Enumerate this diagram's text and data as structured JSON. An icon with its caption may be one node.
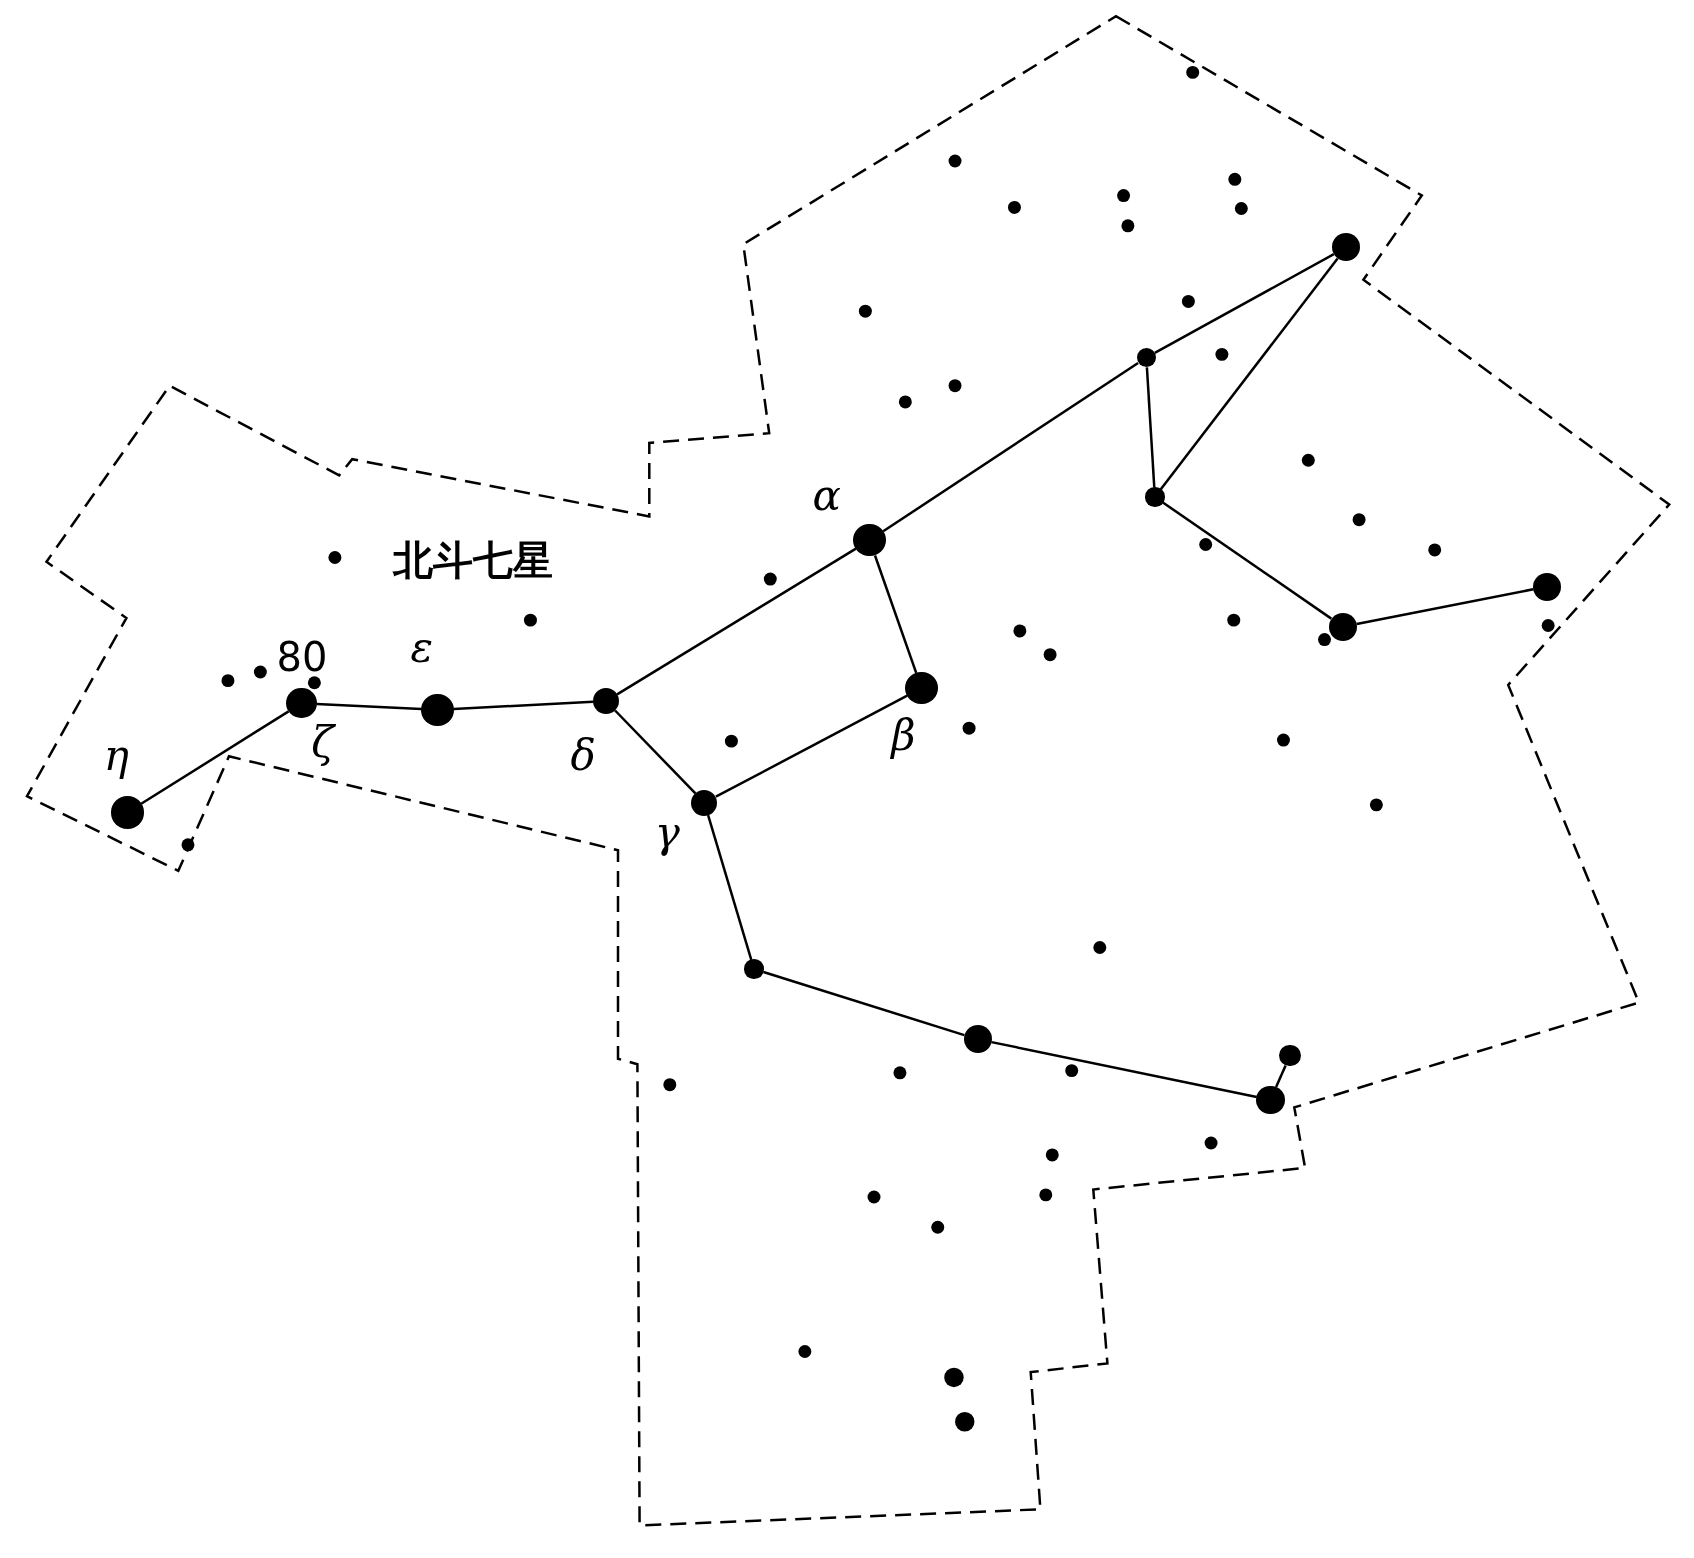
{
  "diagram": {
    "nodes": [
      {
        "text": [],
        "shape": "circle",
        "beside": [
          "η"
        ]
      },
      {
        "text": [],
        "shape": "circle",
        "beside": [
          "ζ"
        ]
      },
      {
        "text": [],
        "shape": "circle",
        "beside": [
          "ε"
        ]
      },
      {
        "text": [],
        "shape": "circle",
        "beside": [
          "δ"
        ]
      },
      {
        "text": [],
        "shape": "circle",
        "beside": [
          "α"
        ]
      },
      {
        "text": [],
        "shape": "circle",
        "beside": [
          "β"
        ]
      },
      {
        "text": [],
        "shape": "circle",
        "beside": [
          "γ"
        ]
      },
      {
        "text": [],
        "shape": "circle"
      },
      {
        "text": [],
        "shape": "circle"
      },
      {
        "text": [],
        "shape": "circle"
      },
      {
        "text": [],
        "shape": "circle"
      },
      {
        "text": [],
        "shape": "circle"
      },
      {
        "text": [],
        "shape": "circle"
      },
      {
        "text": [],
        "shape": "circle"
      },
      {
        "text": [],
        "shape": "circle"
      },
      {
        "text": [],
        "shape": "circle"
      }
    ],
    "edges": [
      {
        "from": 0,
        "to": 1,
        "arrow": "none"
      },
      {
        "from": 1,
        "to": 2,
        "arrow": "none"
      },
      {
        "from": 2,
        "to": 3,
        "arrow": "none"
      },
      {
        "from": 3,
        "to": 4,
        "arrow": "none"
      },
      {
        "from": 4,
        "to": 7,
        "arrow": "none"
      },
      {
        "from": 7,
        "to": 8,
        "arrow": "none"
      },
      {
        "from": 8,
        "to": 9,
        "arrow": "none"
      },
      {
        "from": 7,
        "to": 9,
        "arrow": "none"
      },
      {
        "from": 9,
        "to": 10,
        "arrow": "none"
      },
      {
        "from": 10,
        "to": 11,
        "arrow": "none"
      },
      {
        "from": 4,
        "to": 5,
        "arrow": "none"
      },
      {
        "from": 5,
        "to": 6,
        "arrow": "none"
      },
      {
        "from": 6,
        "to": 3,
        "arrow": "none"
      },
      {
        "from": 6,
        "to": 12,
        "arrow": "none"
      },
      {
        "from": 12,
        "to": 13,
        "arrow": "none"
      },
      {
        "from": 13,
        "to": 14,
        "arrow": "none"
      },
      {
        "from": 14,
        "to": 15,
        "arrow": "none"
      }
    ],
    "labels": [
      "北斗七星",
      "80"
    ]
  }
}
